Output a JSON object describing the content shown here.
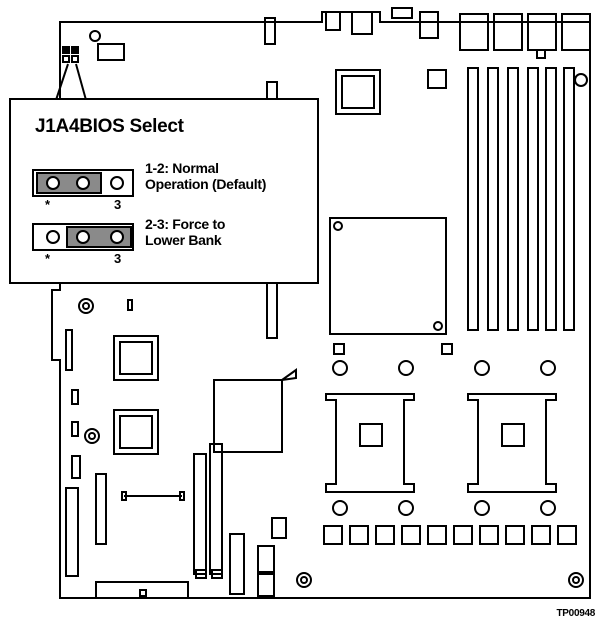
{
  "callout": {
    "title": "J1A4BIOS Select",
    "options": [
      {
        "line1": "1-2: Normal",
        "line2": "Operation (Default)",
        "pin_start": "*",
        "pin_end": "3"
      },
      {
        "line1": "2-3: Force to",
        "line2": "Lower Bank",
        "pin_start": "*",
        "pin_end": "3"
      }
    ]
  },
  "figure_id": "TP00948"
}
